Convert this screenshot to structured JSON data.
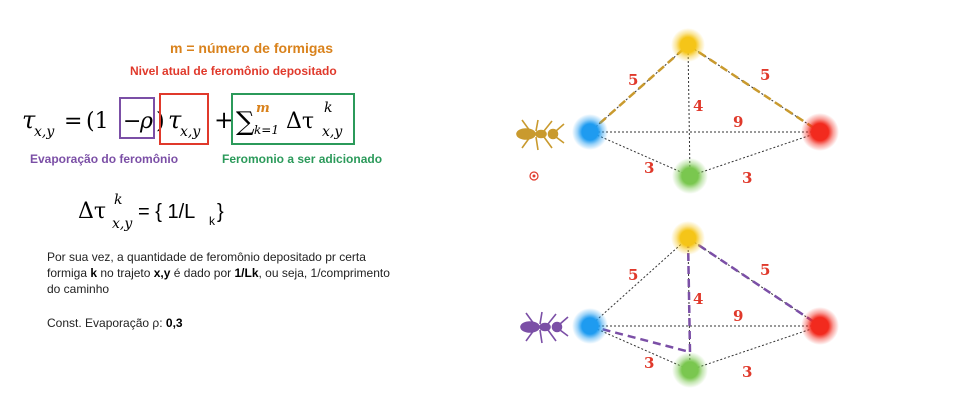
{
  "title_m": "m = número de formigas",
  "title_nivel": "Nivel atual de feromônio depositado",
  "formula": {
    "tau": "τ",
    "sub_xy": "x,y",
    "eq": "=",
    "open": "(1",
    "minus": "−",
    "rho": "ρ",
    "close": ")",
    "plus": "+",
    "sum": "∑",
    "sup_m": "m",
    "sub_k1": "k=1",
    "delta_tau": "Δτ",
    "sup_k": "k"
  },
  "evap_label": "Evaporação do feromônio",
  "fero_label": "Feromonio a ser adicionado",
  "delta_eq": {
    "lhs": "Δτ",
    "sup": "k",
    "sub": "x,y",
    "rhs": "= { 1/L",
    "rhs_sub": "k",
    "rhs_end": " }"
  },
  "desc": {
    "p1": "Por sua vez, a quantidade de feromônio depositado pr certa formiga ",
    "k": "k",
    "p2": " no trajeto ",
    "xy": "x,y",
    "p3": " é dado por ",
    "lk": "1/Lk",
    "p4": ", ou seja, 1/comprimento do caminho"
  },
  "const": {
    "label": "Const. Evaporação ρ: ",
    "value": "0,3"
  },
  "graph_top": {
    "edge_labels": {
      "blue_yellow": "5",
      "yellow_red": "5",
      "yellow_green": "4",
      "blue_red": "9",
      "blue_green": "3",
      "green_red": "3"
    },
    "ant": "brown-ant-icon"
  },
  "graph_bottom": {
    "edge_labels": {
      "blue_yellow": "5",
      "yellow_red": "5",
      "yellow_green": "4",
      "blue_red": "9",
      "blue_green": "3",
      "green_red": "3"
    },
    "ant": "purple-ant-icon"
  },
  "colors": {
    "orange": "#d9821c",
    "red": "#e0392b",
    "purple": "#7b4fa6",
    "green": "#2b9a5a",
    "edge_label": "#e0392b",
    "ant_brown": "#c99a2e",
    "ant_purple": "#7b4fa6",
    "node_yellow": "#f5c518",
    "node_red": "#f22a1e",
    "node_blue": "#1e9bf0",
    "node_green": "#7ac74f"
  }
}
